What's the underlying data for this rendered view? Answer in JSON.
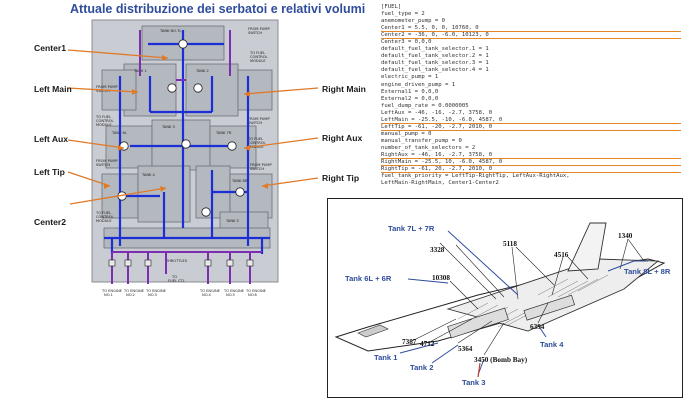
{
  "title": "Attuale distribuzione dei serbatoi e relativi volumi",
  "callouts": {
    "center1": "Center1",
    "left_main": "Left Main",
    "right_main": "Right Main",
    "left_aux": "Left Aux",
    "right_aux": "Right Aux",
    "left_tip": "Left Tip",
    "right_tip": "Right Tip",
    "center2": "Center2"
  },
  "config_lines": [
    {
      "text": "[FUEL]",
      "highlight": false
    },
    {
      "text": "fuel_type = 2",
      "highlight": false
    },
    {
      "text": "anemometer_pump = 0",
      "highlight": false
    },
    {
      "text": "Center1 = 5.5, 0, 0, 10760, 0",
      "highlight": true
    },
    {
      "text": "Center2 = -36, 0, -6.0, 10123, 0",
      "highlight": true
    },
    {
      "text": "Center3 = 0,0,0",
      "highlight": false
    },
    {
      "text": "default_fuel_tank_selector.1 = 1",
      "highlight": false
    },
    {
      "text": "default_fuel_tank_selector.2 = 1",
      "highlight": false
    },
    {
      "text": "default_fuel_tank_selector.3 = 1",
      "highlight": false
    },
    {
      "text": "default_fuel_tank_selector.4 = 1",
      "highlight": false
    },
    {
      "text": "electric_pump = 1",
      "highlight": false
    },
    {
      "text": "engine_driven_pump = 1",
      "highlight": false
    },
    {
      "text": "External1 = 0,0,0",
      "highlight": false
    },
    {
      "text": "External2 = 0,0,0",
      "highlight": false
    },
    {
      "text": "fuel_dump_rate = 0.0000005",
      "highlight": false
    },
    {
      "text": "LeftAux = -46, -16, -2.7, 3758, 0",
      "highlight": false
    },
    {
      "text": "LeftMain = -25.5, -10, -6.0, 4587, 0",
      "highlight": true
    },
    {
      "text": "LeftTip = -61, -20, -2.7, 2010, 0",
      "highlight": true
    },
    {
      "text": "manual_pump = 0",
      "highlight": false
    },
    {
      "text": "manual_transfer_pump = 0",
      "highlight": false
    },
    {
      "text": "number_of_tank_selectors = 2",
      "highlight": false
    },
    {
      "text": "RightAux = -46, 16, -2.7, 3758, 0",
      "highlight": true
    },
    {
      "text": "RightMain = -25.5, 10, -6.0, 4587, 0",
      "highlight": true
    },
    {
      "text": "RightTip = -61, 20, -2.7, 2010, 0",
      "highlight": true
    },
    {
      "text": "fuel_tank_priority = LeftTip-RightTip, LeftAux-RightAux,",
      "highlight": false
    },
    {
      "text": "LeftMain-RightMain, Center1-Center2",
      "highlight": false
    }
  ],
  "aircraft": {
    "tanks": {
      "t7": "Tank 7L + 7R",
      "t6": "Tank 6L + 6R",
      "t8": "Tank 8L + 8R",
      "t1": "Tank 1",
      "t2": "Tank 2",
      "t3": "Tank 3",
      "t4": "Tank 4"
    },
    "volumes": {
      "v3328": "3328",
      "v5118": "5118",
      "v1340": "1340",
      "v4516": "4516",
      "v10308": "10308",
      "v6394": "6394",
      "v7387": "7387",
      "v4712": "4712",
      "v5364": "5364",
      "v3450": "3450 (Bomb Bay)"
    }
  },
  "colors": {
    "title": "#2f4d9c",
    "tank_label": "#2f4d9c",
    "highlight": "#e5852a",
    "callout_arrow": "#e07a28",
    "fuel_line_blue": "#1c2fd6",
    "fuel_line_purple": "#7b2fb0",
    "schematic_bg": "#c9ccd2"
  }
}
